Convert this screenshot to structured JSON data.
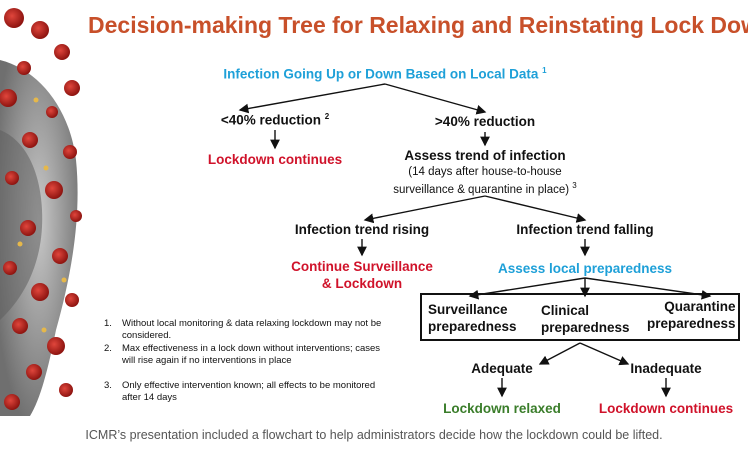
{
  "title": "Decision-making Tree for Relaxing and Reinstating Lock Down",
  "root": {
    "label": "Infection Going Up or Down Based on Local Data",
    "note": "1"
  },
  "left_branch": {
    "label": "<40% reduction",
    "note": "2",
    "outcome": "Lockdown continues"
  },
  "right_branch": {
    "label": ">40% reduction",
    "assess": "Assess trend of infection",
    "assess_detail_1": "(14 days after house-to-house",
    "assess_detail_2": "surveillance & quarantine in place)",
    "assess_note": "3"
  },
  "rising": {
    "label": "Infection trend rising",
    "outcome_1": "Continue Surveillance",
    "outcome_2": "& Lockdown"
  },
  "falling": {
    "label": "Infection trend falling",
    "outcome": "Assess local preparedness"
  },
  "preparedness": [
    {
      "line1": "Surveillance",
      "line2": "preparedness"
    },
    {
      "line1": "Clinical",
      "line2": "preparedness"
    },
    {
      "line1": "Quarantine",
      "line2": "preparedness"
    }
  ],
  "adequate": {
    "label": "Adequate",
    "outcome": "Lockdown relaxed"
  },
  "inadequate": {
    "label": "Inadequate",
    "outcome": "Lockdown continues"
  },
  "notes": [
    {
      "num": "1.",
      "text": "Without local monitoring & data relaxing lockdown may not be considered."
    },
    {
      "num": "2.",
      "text": "Max effectiveness in a lock down without interventions; cases will rise again if no interventions in place"
    },
    {
      "num": "3.",
      "text": "Only effective intervention known; all effects to be monitored after 14 days"
    }
  ],
  "caption": "ICMR’s presentation included a flowchart to help administrators decide how the lockdown could be lifted.",
  "colors": {
    "title": "#c8502a",
    "blue": "#1ea0d8",
    "red": "#d0122a",
    "green": "#3a7d2a"
  },
  "decoration": "coronavirus-image"
}
